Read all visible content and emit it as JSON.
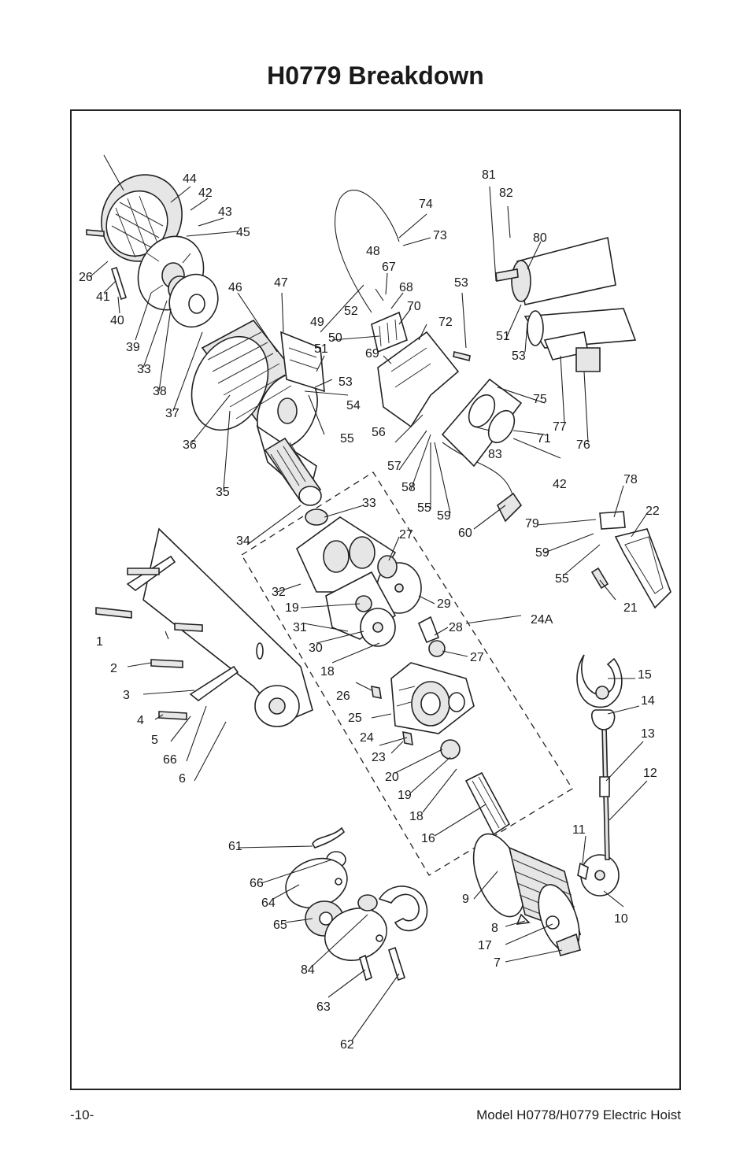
{
  "title": "H0779 Breakdown",
  "footer": {
    "page_number": "-10-",
    "model": "Model H0778/H0779 Electric Hoist"
  },
  "callouts": {
    "c1": "1",
    "c2": "2",
    "c3": "3",
    "c4": "4",
    "c5": "5",
    "c6": "6",
    "c7": "7",
    "c8": "8",
    "c9": "9",
    "c10": "10",
    "c11": "11",
    "c12": "12",
    "c13": "13",
    "c14": "14",
    "c15": "15",
    "c16": "16",
    "c17": "17",
    "c18a": "18",
    "c18b": "18",
    "c19a": "19",
    "c19b": "19",
    "c20": "20",
    "c21": "21",
    "c22": "22",
    "c23": "23",
    "c24": "24",
    "c24A": "24A",
    "c25": "25",
    "c26a": "26",
    "c26b": "26",
    "c27a": "27",
    "c27b": "27",
    "c28": "28",
    "c29": "29",
    "c30": "30",
    "c31": "31",
    "c32": "32",
    "c33a": "33",
    "c33b": "33",
    "c34": "34",
    "c35": "35",
    "c36": "36",
    "c37": "37",
    "c38": "38",
    "c39": "39",
    "c40": "40",
    "c41": "41",
    "c42a": "42",
    "c42b": "42",
    "c43": "43",
    "c44": "44",
    "c45": "45",
    "c46": "46",
    "c47": "47",
    "c48": "48",
    "c49": "49",
    "c50": "50",
    "c51a": "51",
    "c51b": "51",
    "c52": "52",
    "c53a": "53",
    "c53b": "53",
    "c53c": "53",
    "c54": "54",
    "c55a": "55",
    "c55b": "55",
    "c55c": "55",
    "c56": "56",
    "c57": "57",
    "c58": "58",
    "c59a": "59",
    "c59b": "59",
    "c60": "60",
    "c61": "61",
    "c62": "62",
    "c63": "63",
    "c64": "64",
    "c65": "65",
    "c66a": "66",
    "c66b": "66",
    "c67": "67",
    "c68": "68",
    "c69": "69",
    "c70": "70",
    "c71": "71",
    "c72": "72",
    "c73": "73",
    "c74": "74",
    "c75": "75",
    "c76": "76",
    "c77": "77",
    "c78": "78",
    "c79": "79",
    "c80": "80",
    "c81": "81",
    "c82": "82",
    "c83": "83",
    "c84": "84"
  }
}
